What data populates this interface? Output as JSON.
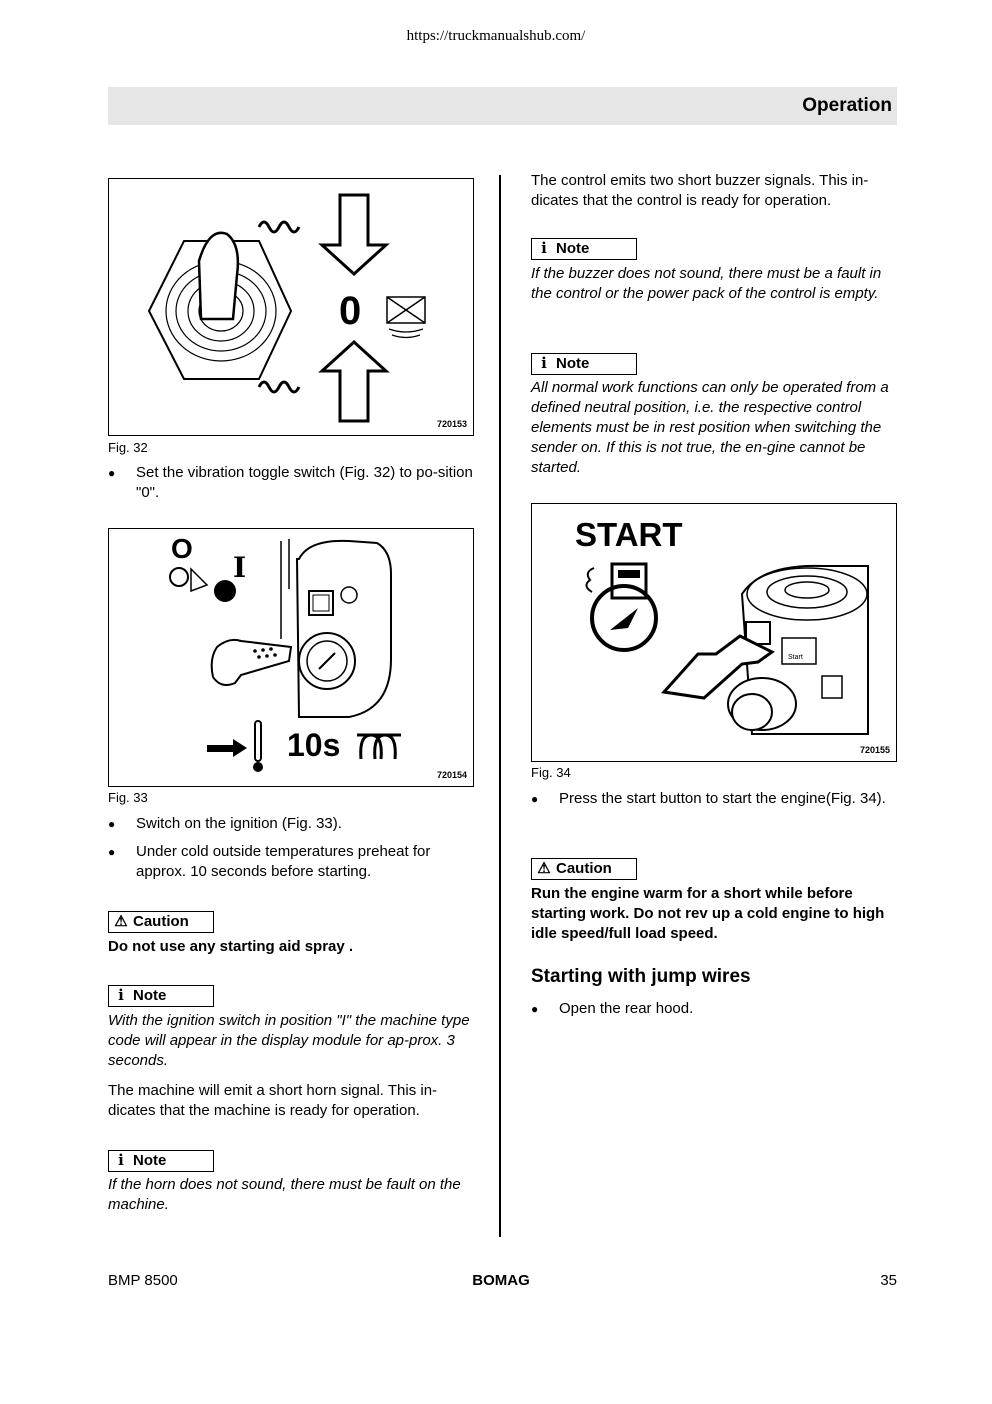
{
  "source_url": "https://truckmanualshub.com/",
  "section_title": "Operation",
  "left": {
    "fig32": {
      "id": "720153",
      "caption": "Fig. 32",
      "label_zero": "0"
    },
    "bullet1": "Set the vibration toggle switch (Fig. 32) to po-sition \"0\".",
    "fig33": {
      "id": "720154",
      "caption": "Fig. 33",
      "label_o": "O",
      "label_i": "I",
      "label_10s": "10s"
    },
    "bullet2": "Switch on the ignition (Fig. 33).",
    "bullet3": "Under cold outside temperatures preheat for approx. 10 seconds before starting.",
    "caution1_label": "Caution",
    "caution1_text": "Do not use any starting aid spray .",
    "note1_label": "Note",
    "note1_text": "With the ignition switch in position \"I\" the machine type code will appear in the display module for ap-prox. 3 seconds.",
    "para1": "The machine will emit a short horn signal. This in-dicates that the machine is ready for operation.",
    "note2_label": "Note",
    "note2_text": "If the horn does not sound, there must be fault on the machine."
  },
  "right": {
    "para1": "The control emits two short buzzer signals. This in-dicates that the control is ready for operation.",
    "note1_label": "Note",
    "note1_text": "If the buzzer does not sound, there must be a fault in the control or the power pack of the control is empty.",
    "note2_label": "Note",
    "note2_text": "All normal work functions can only be operated from a defined neutral position, i.e. the respective control elements must be in rest position when switching the sender on. If this is not true, the en-gine cannot be started.",
    "fig34": {
      "id": "720155",
      "caption": "Fig. 34",
      "label_start": "START",
      "label_start_small": "Start"
    },
    "bullet1": "Press the start button to start the engine(Fig. 34).",
    "caution_label": "Caution",
    "caution_text": "Run the engine warm for a short while before starting work. Do not rev up a cold engine to high idle speed/full load speed.",
    "heading": "Starting with jump wires",
    "bullet2": "Open the rear hood."
  },
  "footer": {
    "model": "BMP 8500",
    "brand": "BOMAG",
    "page": "35"
  }
}
